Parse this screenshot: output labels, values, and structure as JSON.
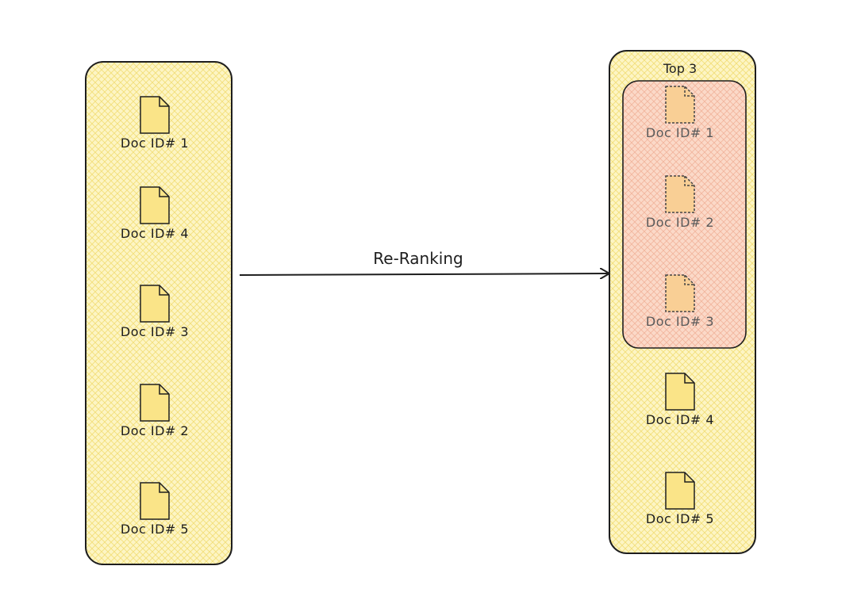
{
  "left_column": {
    "docs": [
      {
        "label": "Doc ID# 1"
      },
      {
        "label": "Doc ID# 4"
      },
      {
        "label": "Doc ID# 3"
      },
      {
        "label": "Doc ID# 2"
      },
      {
        "label": "Doc ID# 5"
      }
    ]
  },
  "arrow": {
    "label": "Re-Ranking"
  },
  "right_column": {
    "top_group_title": "Top 3",
    "top_docs": [
      {
        "label": "Doc ID# 1"
      },
      {
        "label": "Doc ID# 2"
      },
      {
        "label": "Doc ID# 3"
      }
    ],
    "rest_docs": [
      {
        "label": "Doc ID# 4"
      },
      {
        "label": "Doc ID# 5"
      }
    ]
  },
  "colors": {
    "column_fill": "#fdf3b8",
    "column_hatch": "#f2e27a",
    "top_group_fill": "#fbd6c3",
    "top_group_hatch": "#f0b49a",
    "doc_fill": "#fae488",
    "doc_fill_faded": "#f9cf95",
    "stroke": "#1e1e1e"
  },
  "icons": {
    "document": "document-icon"
  }
}
